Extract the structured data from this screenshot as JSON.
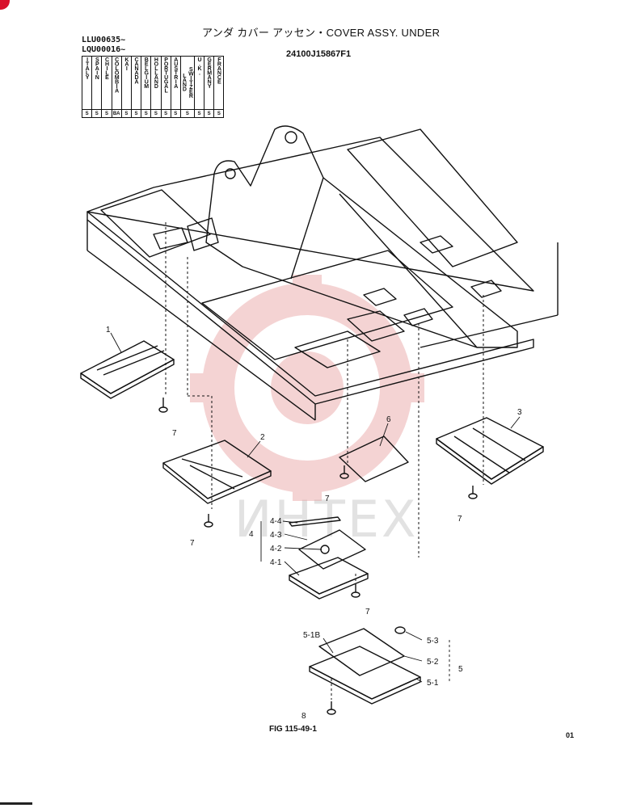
{
  "header": {
    "title": "アンダ カバー アッセン・COVER ASSY. UNDER",
    "part_number": "24100J15867F1",
    "serial_ranges": [
      "LLU00635~",
      "LQU00016~"
    ]
  },
  "countries": [
    {
      "name": "ITALY",
      "code": "S"
    },
    {
      "name": "SPAIN",
      "code": "S"
    },
    {
      "name": "CHILE",
      "code": "S"
    },
    {
      "name": "COLOMBIA",
      "code": "BA"
    },
    {
      "name": "KAI",
      "code": "S"
    },
    {
      "name": "CANADA",
      "code": "S"
    },
    {
      "name": "BELGIUM",
      "code": "S"
    },
    {
      "name": "HOLLAND",
      "code": "S"
    },
    {
      "name": "PORTUGAL",
      "code": "S"
    },
    {
      "name": "AUSTRIA",
      "code": "S"
    },
    {
      "name": "SWITZER LAND",
      "code": "S"
    },
    {
      "name": "U.K.",
      "code": "S"
    },
    {
      "name": "GERMANY",
      "code": "S"
    },
    {
      "name": "FRANCE",
      "code": "S"
    }
  ],
  "callouts": {
    "c1": "1",
    "c2": "2",
    "c3": "3",
    "c4": "4",
    "c4_1": "4-1",
    "c4_2": "4-2",
    "c4_3": "4-3",
    "c4_4": "4-4",
    "c5": "5",
    "c5_1": "5-1",
    "c5_2": "5-2",
    "c5_3": "5-3",
    "c5_1b": "5-1B",
    "c6": "6",
    "c7a": "7",
    "c7b": "7",
    "c7c": "7",
    "c7d": "7",
    "c7e": "7",
    "c8": "8"
  },
  "footer": {
    "figure": "FIG 115-49-1",
    "page_code": "01"
  },
  "watermark": {
    "text": "ИНТЕХ",
    "color": "#e8a0a0"
  }
}
